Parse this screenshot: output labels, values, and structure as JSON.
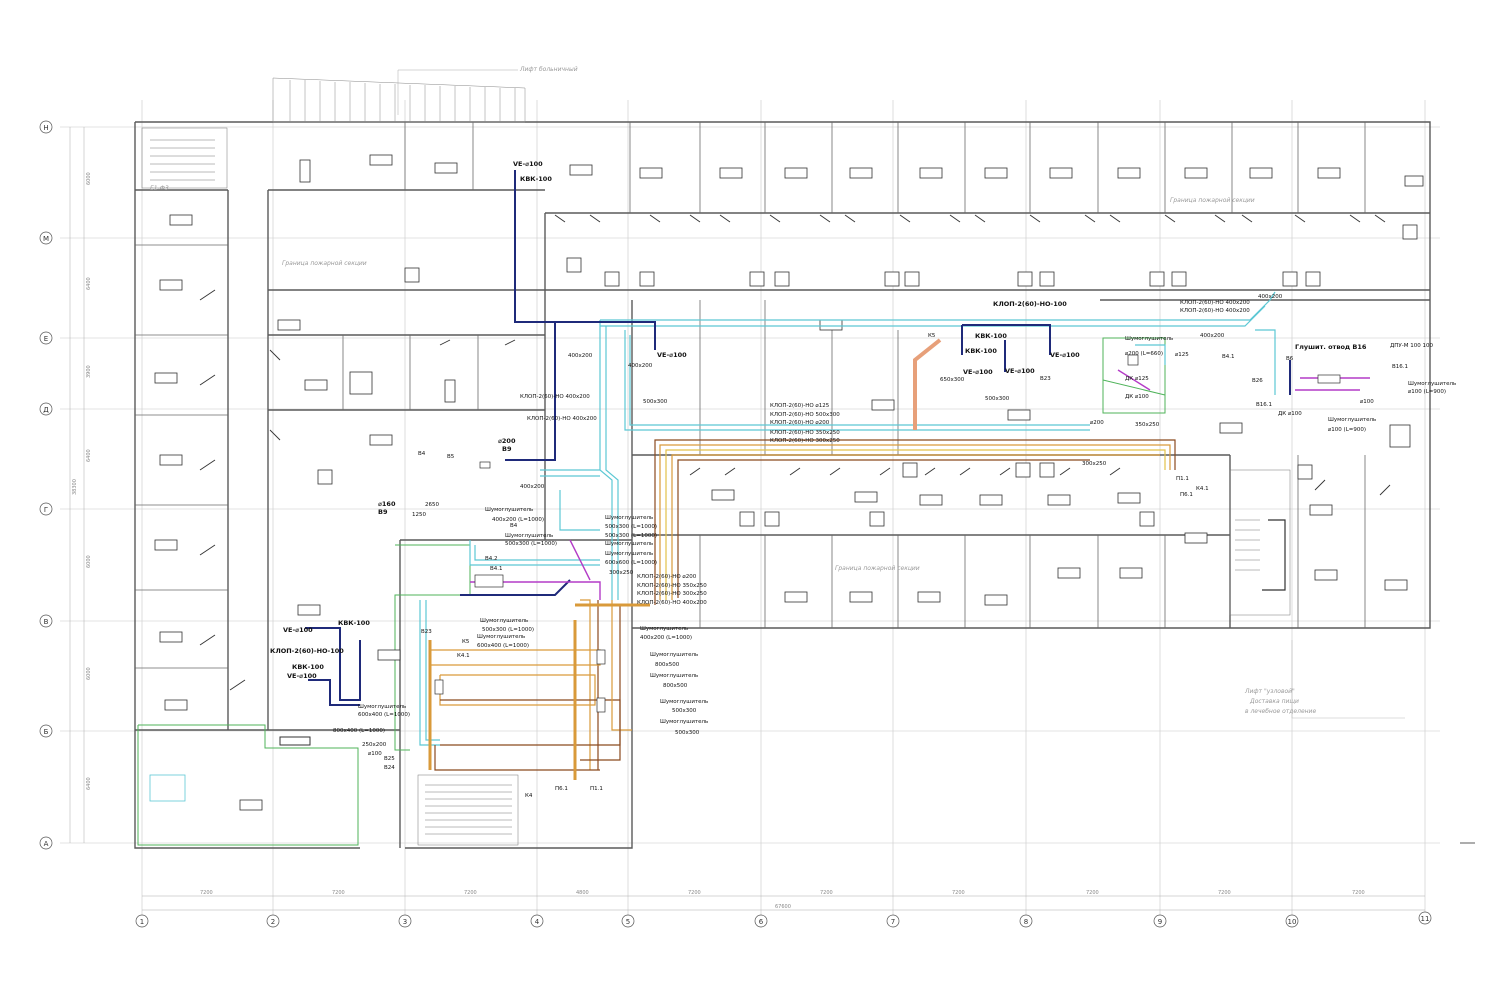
{
  "colors": {
    "wall": "#555555",
    "grid": "#bdbdbd",
    "supply_cyan": "#5cc8d4",
    "exhaust_navy": "#1f2a7a",
    "duct_orange": "#d99a3a",
    "duct_brown": "#8b4a1f",
    "duct_yellow": "#e3c24a",
    "duct_salmon": "#e7a07a",
    "duct_magenta": "#b43cc7",
    "zone_green": "#4fb35a"
  },
  "grid_axes": {
    "top_row_labels": [
      "Н",
      "М",
      "Е",
      "Д",
      "Г",
      "В",
      "Б",
      "А"
    ],
    "column_numbers": [
      "1",
      "2",
      "3",
      "4",
      "5",
      "6",
      "7",
      "8",
      "9",
      "10",
      "11"
    ],
    "bottom_dims": [
      "7200",
      "7200",
      "7200",
      "4800",
      "7200",
      "7200",
      "7200",
      "7200",
      "7200",
      "7200"
    ],
    "total_width": "67600",
    "left_dims": [
      "6000",
      "6400",
      "3900",
      "6400",
      "6000",
      "6000",
      "6400"
    ],
    "left_total": "38300"
  },
  "area_notes": {
    "lift_top": "Лифт больничный",
    "fire_boundary_left": "Граница пожарной секции",
    "fire_boundary_right": "Граница пожарной секции",
    "fire_boundary_mid": "Граница пожарной секции",
    "lift_right": "Лифт \"узловой\"",
    "lift_right_2": "Доставка пищи",
    "lift_right_3": "в лечебное отделение"
  },
  "labels": {
    "ve100_top": "VE-⌀100",
    "kvk100_top": "КВК-100",
    "klop_top_right": "КЛОП-2(60)-НО-100",
    "kvk100_mid_a": "КВК-100",
    "kvk100_mid_b": "КВК-100",
    "ve100_mid_a": "VE-⌀100",
    "ve100_mid_b": "VE-⌀100",
    "ve100_mid_c": "VE-⌀100",
    "klop_400x200_a": "КЛОП-2(60)-НО 400х200",
    "klop_400x200_b": "КЛОП-2(60)-НО 400х200",
    "dim_400x200_a": "400х200",
    "dim_400x200_b": "400х200",
    "dim_400x200_c": "400х200",
    "dim_500x300": "500х300",
    "dim_500x300_b": "500х300",
    "dim_650x300": "650х300",
    "k5": "К5",
    "v23": "В23",
    "klop_center_1": "КЛОП-2(60)-НО ⌀125",
    "klop_center_2": "КЛОП-2(60)-НО 500х300",
    "klop_center_3": "КЛОП-2(60)-НО ⌀200",
    "klop_center_4": "КЛОП-2(60)-НО 350х250",
    "klop_center_5": "КЛОП-2(60)-НО 300х250",
    "d200_center": "⌀200",
    "dim_350x250": "350х250",
    "dim_300x250": "300х250",
    "shum_right_a": "Шумоглушитель",
    "d200_l660": "⌀200 (L=660)",
    "dk_d125": "ДК ⌀125",
    "dk_d100": "ДК ⌀100",
    "d125_small": "⌀125",
    "klop_right_1": "КЛОП-2(60)-НО 400х200",
    "klop_right_2": "КЛОП-2(60)-НО 400х200",
    "dim_400x200_r": "400х200",
    "dim_400x200_r2": "400х200",
    "v4_1_r": "В4.1",
    "v26": "В26",
    "v16_1": "В16.1",
    "v6": "В6",
    "glush_v16": "Глушит. отвод В16",
    "dpu": "ДПУ-М 100 100",
    "v16_r": "В16.1",
    "shum_r2": "Шумоглушитель",
    "shum_r2_dim": "⌀100 (L=900)",
    "shum_r3": "Шумоглушитель",
    "shum_r3_dim": "⌀100 (L=900)",
    "dk_d100_b": "ДК ⌀100",
    "v100_small": "⌀100",
    "p1_1": "П1.1",
    "p6_1": "П6.1",
    "k4_1_r": "К4.1",
    "d200_left": "⌀200",
    "v9": "В9",
    "v4": "В4",
    "v5": "В5",
    "d160": "⌀160",
    "v9_b": "В9",
    "dim_2650": "2650",
    "dim_1250": "1250",
    "shum_l1": "Шумоглушитель",
    "shum_l1_dim": "400х200 (L=1000)",
    "shum_l2": "Шумоглушитель",
    "shum_l2_dim": "500х300 (L=1000)",
    "shum_l3": "Шумоглушитель",
    "shum_l3_dim": "500х300 (L=1000)",
    "shum_l4": "Шумоглушитель",
    "shum_l4_dim": "600х600 (L=1000)",
    "shum_l5": "Шумоглушитель",
    "shum_l5_dim": "500х300 (L=1000)",
    "v4_c": "В4",
    "v4_2": "В4.2",
    "v4_1": "В4.1",
    "dim_400x200_c2": "400х200",
    "dim_300x250_c": "300х250",
    "klop_low_1": "КЛОП-2(60)-НО ⌀200",
    "klop_low_2": "КЛОП-2(60)-НО 350х250",
    "klop_low_3": "КЛОП-2(60)-НО 300х250",
    "klop_low_4": "КЛОП-2(60)-НО 400х200",
    "shum_c1": "Шумоглушитель",
    "shum_c1_dim": "500х300 (L=1000)",
    "shum_c2": "Шумоглушитель",
    "shum_c2_dim": "600х400 (L=1000)",
    "shum_c3": "Шумоглушитель",
    "shum_c3_dim": "400х200 (L=1000)",
    "shum_c4": "Шумоглушитель",
    "shum_c4_dim": "800х500",
    "shum_c5": "Шумоглушитель",
    "shum_c5_dim": "800х500",
    "shum_c6": "Шумоглушитель",
    "shum_c6_dim": "500х300",
    "shum_c7": "Шумоглушитель",
    "shum_c7_dim": "500х300",
    "k5_c": "К5",
    "k4_1_c": "К4.1",
    "v23_c": "В23",
    "k4": "К4",
    "p6_1_c": "П6.1",
    "p1_1_c": "П1.1",
    "ve100_left": "VE-⌀100",
    "kvk100_left": "КВК-100",
    "klop_left": "КЛОП-2(60)-НО-100",
    "kvk100_left_b": "КВК-100",
    "ve100_left_b": "VE-⌀100",
    "shum_ll1": "Шумоглушитель",
    "shum_ll1_dim": "600х400 (L=1000)",
    "shum_ll2_dim": "800х400 (L=1000)",
    "dim_250x200": "250х200",
    "d100_l": "⌀100",
    "v25": "В25",
    "v24": "В24",
    "e1_label": "Е1-Ф3"
  }
}
